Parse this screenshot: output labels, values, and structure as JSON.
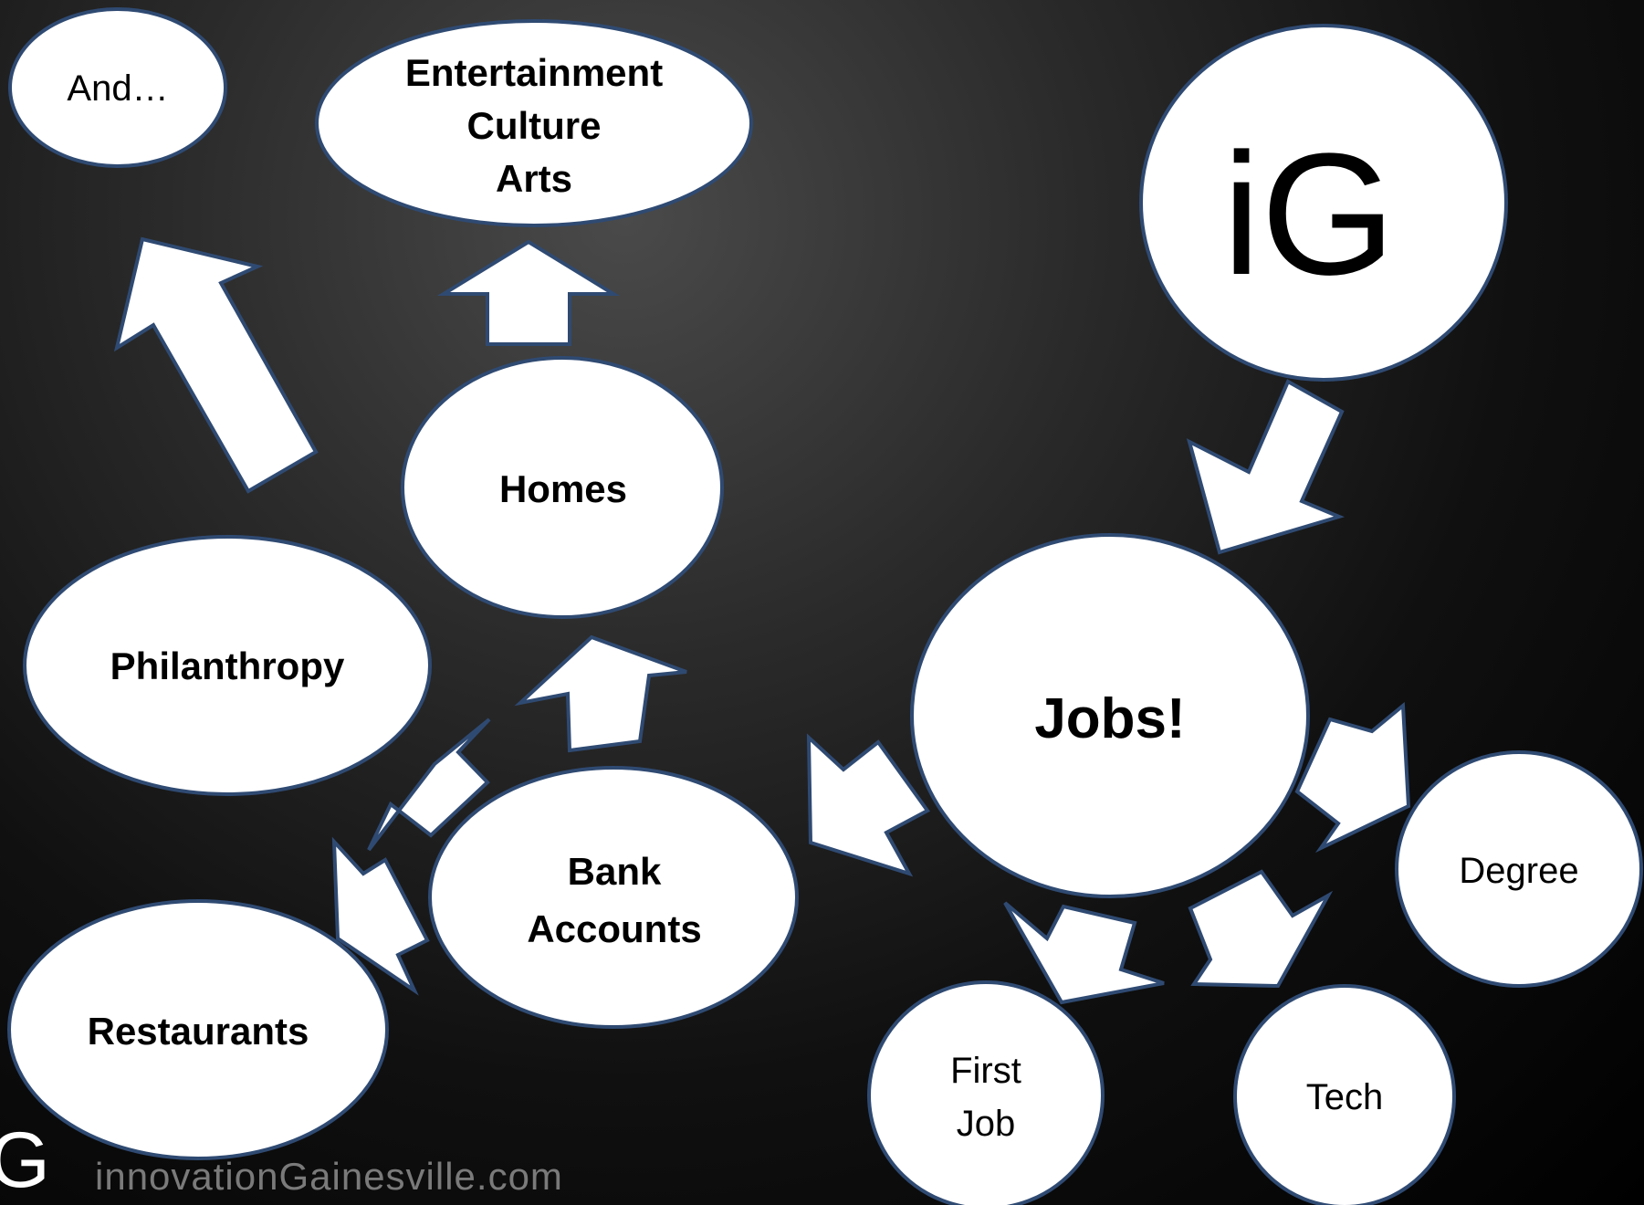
{
  "nodes": {
    "and": "And…",
    "entertainment": [
      "Entertainment",
      "Culture",
      "Arts"
    ],
    "ig": "iG",
    "homes": "Homes",
    "philanthropy": "Philanthropy",
    "jobs": "Jobs!",
    "bank_accounts": [
      "Bank",
      "Accounts"
    ],
    "degree": "Degree",
    "restaurants": "Restaurants",
    "first_job": [
      "First",
      "Job"
    ],
    "tech": "Tech"
  },
  "footer": {
    "logo_letter": "G",
    "url": "innovationGainesville.com"
  },
  "colors": {
    "node_fill": "#ffffff",
    "node_stroke": "#2f4a72",
    "footer_text": "#7a7a7a"
  }
}
